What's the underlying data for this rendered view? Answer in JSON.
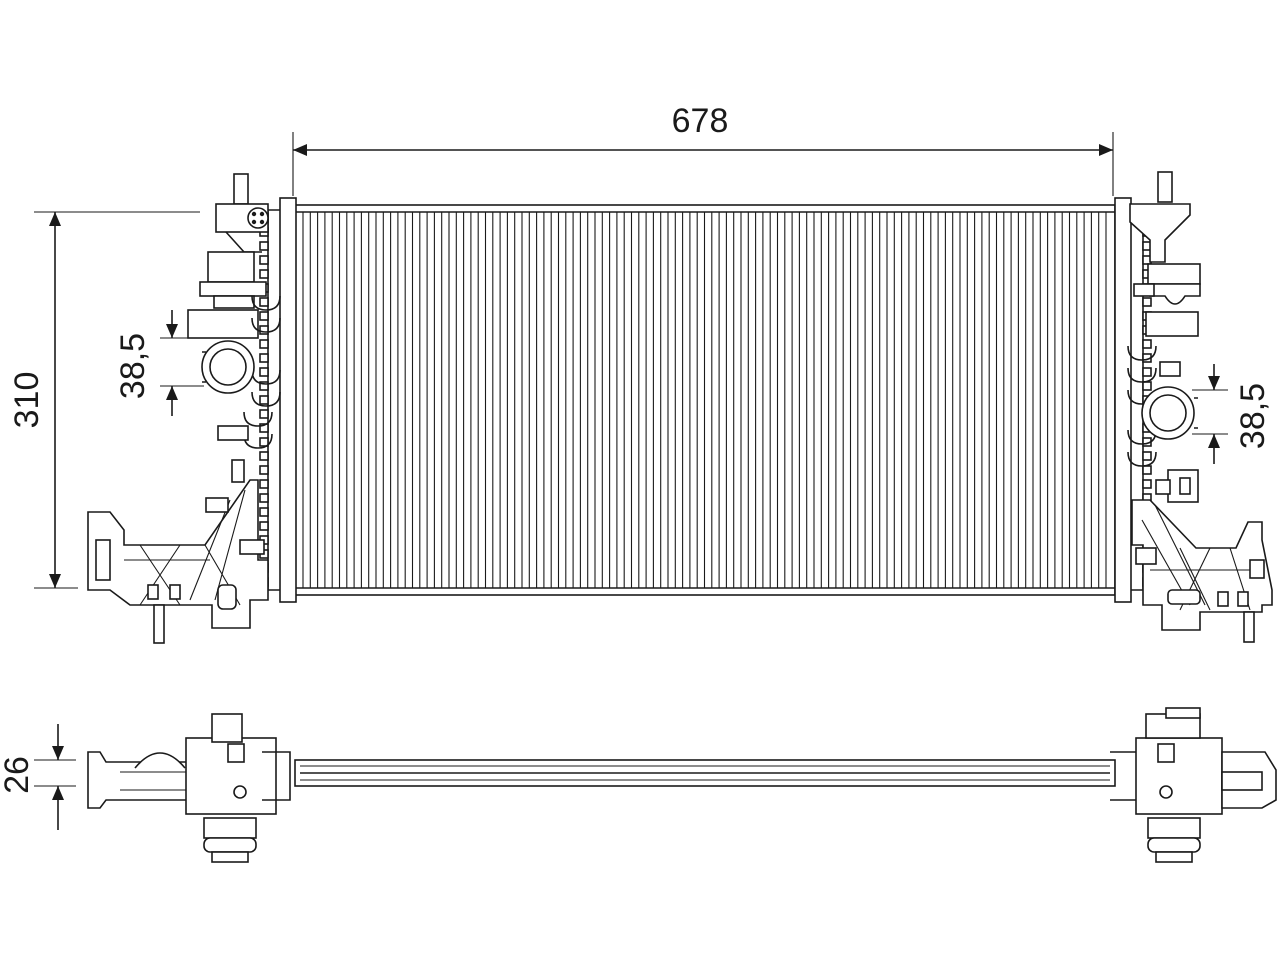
{
  "drawing": {
    "dimensions": {
      "width": "678",
      "height": "310",
      "depth": "26",
      "left_pipe": "38,5",
      "right_pipe": "38,5"
    }
  }
}
